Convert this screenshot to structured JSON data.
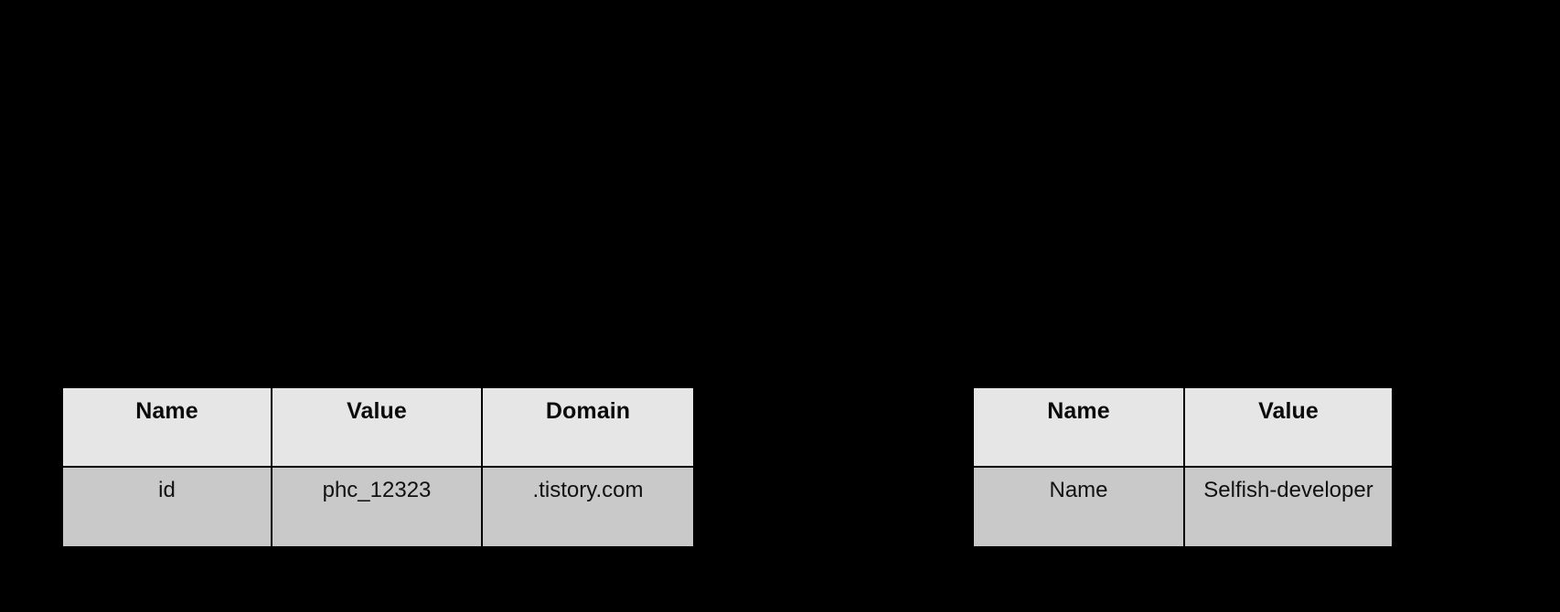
{
  "background_color": "#000000",
  "theme": {
    "header_bg": "#e6e6e6",
    "row_bg": "#c9c9c9",
    "border_color": "#000000",
    "text_color": "#111111"
  },
  "tables": [
    {
      "id": "cookie-left",
      "columns": [
        "Name",
        "Value",
        "Domain"
      ],
      "rows": [
        [
          "id",
          "phc_12323",
          ".tistory.com"
        ]
      ]
    },
    {
      "id": "cookie-right",
      "columns": [
        "Name",
        "Value"
      ],
      "rows": [
        [
          "Name",
          "Selfish-developer"
        ]
      ]
    }
  ]
}
